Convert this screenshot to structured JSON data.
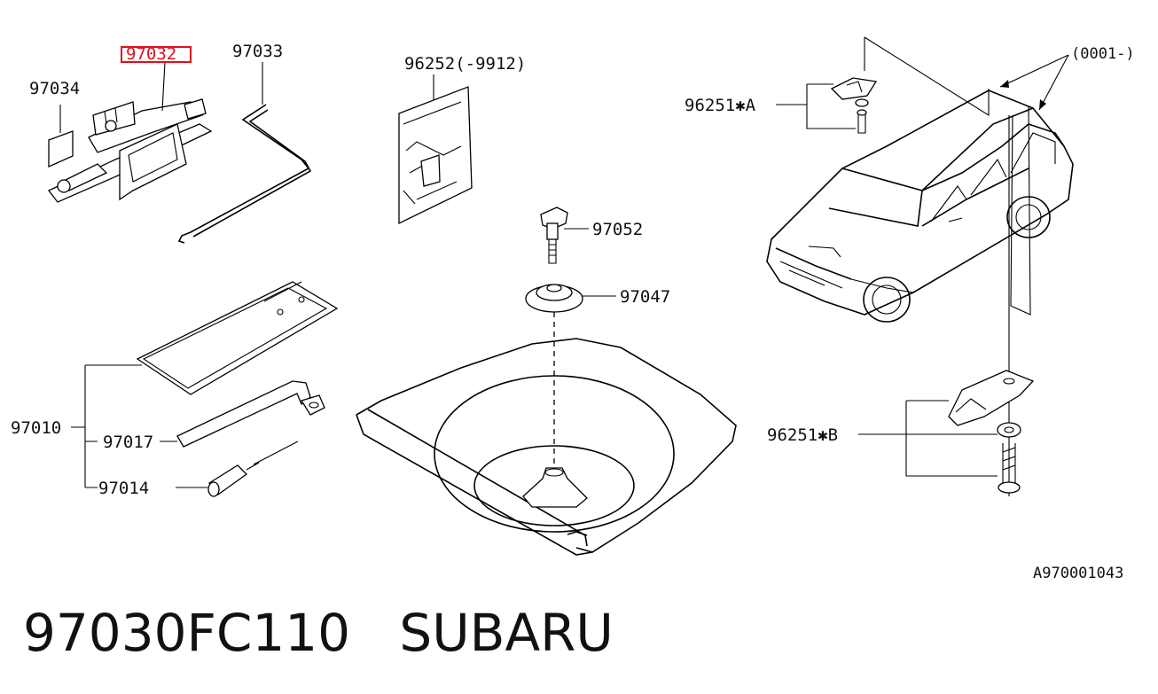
{
  "labels": {
    "jack_highlight": "97032",
    "jack_bracket": "97034",
    "jack_handle": "97033",
    "tool_bag": "96252(-9912)",
    "clamp_bolt": "97052",
    "spare_cushion": "97047",
    "tool_set": "97010",
    "wrench": "97017",
    "driver": "97014",
    "bracket_a": "96251✱A",
    "bracket_b": "96251✱B",
    "range_note": "(0001-)",
    "diagram_code": "A970001043"
  },
  "footer": {
    "part_number": "97030FC110",
    "brand": "SUBARU"
  },
  "colors": {
    "highlight": "#e01020",
    "ink": "#000000"
  }
}
